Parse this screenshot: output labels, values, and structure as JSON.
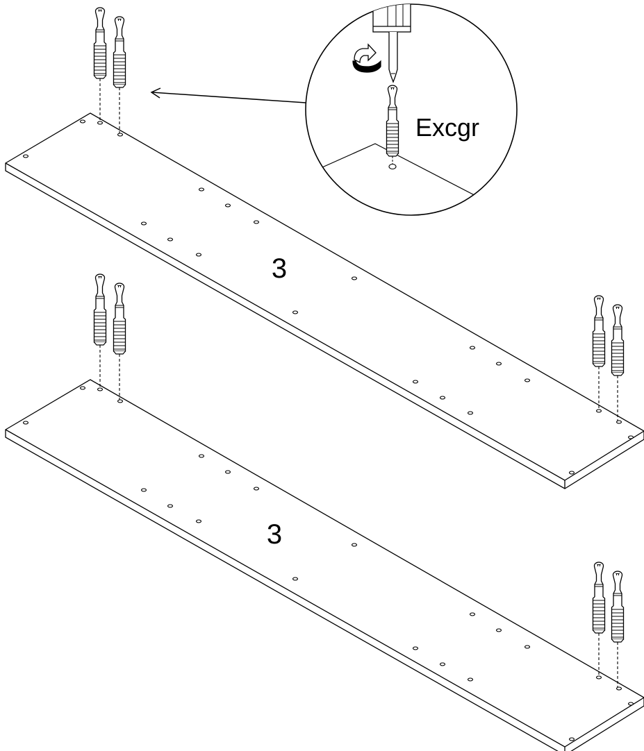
{
  "diagram": {
    "zoom_label": "Excgr",
    "boards": [
      {
        "part_number": "3"
      },
      {
        "part_number": "3"
      }
    ]
  }
}
